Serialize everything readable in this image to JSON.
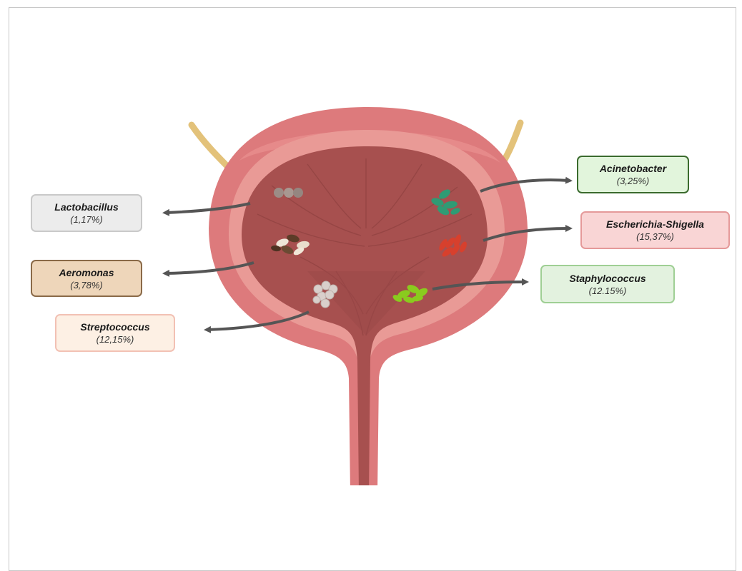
{
  "labels": {
    "lactobacillus": {
      "name": "Lactobacillus",
      "percent": "(1,17%)",
      "color": "#ececec",
      "border": "#c9c9c9"
    },
    "aeromonas": {
      "name": "Aeromonas",
      "percent": "(3,78%)",
      "color": "#eed6ba",
      "border": "#8a6a48"
    },
    "streptococcus": {
      "name": "Streptococcus",
      "percent": "(12,15%)",
      "color": "#fdf0e4",
      "border": "#f2c1b4"
    },
    "acinetobacter": {
      "name": "Acinetobacter",
      "percent": "(3,25%)",
      "color": "#e2f5dc",
      "border": "#3b6b2e"
    },
    "escherichia_shigella": {
      "name": "Escherichia-Shigella",
      "percent": "(15,37%)",
      "color": "#f9d5d5",
      "border": "#e59a9a"
    },
    "staphylococcus": {
      "name": "Staphylococcus",
      "percent": "(12.15%)",
      "color": "#e3f2df",
      "border": "#9fcf94"
    }
  },
  "colors": {
    "bladder_outer": "#dd7a7c",
    "bladder_wall": "#e99a96",
    "bladder_lumen": "#a7504f",
    "ureter": "#e3c27a",
    "arrow": "#555555"
  }
}
